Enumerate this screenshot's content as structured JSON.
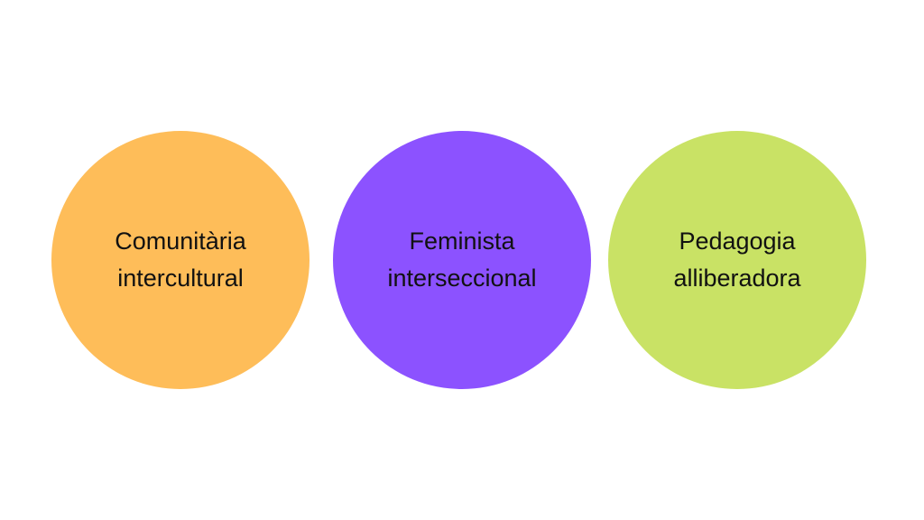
{
  "circles": [
    {
      "lines": [
        "Comunitària",
        "intercultural"
      ],
      "color": "#FEBD59"
    },
    {
      "lines": [
        "Feminista",
        "interseccional"
      ],
      "color": "#8C52FF"
    },
    {
      "lines": [
        "Pedagogia",
        "alliberadora"
      ],
      "color": "#C9E265"
    }
  ]
}
